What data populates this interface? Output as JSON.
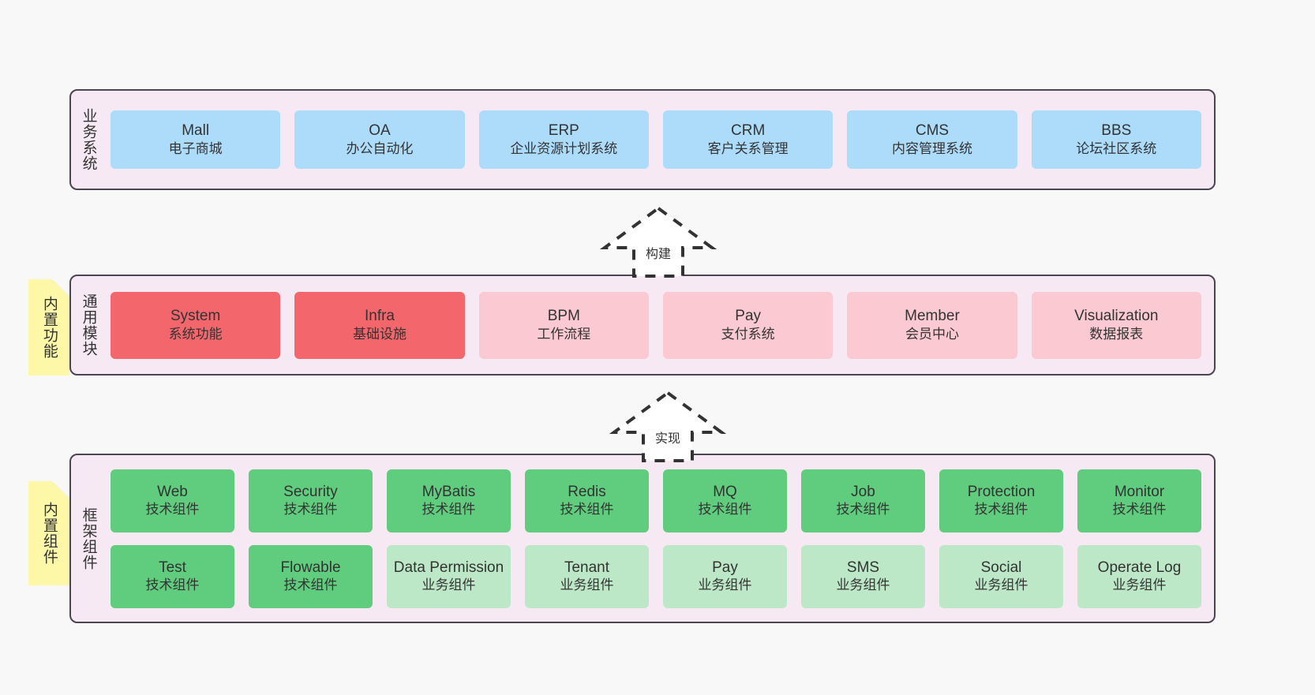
{
  "diagram": {
    "background": "#f8f8f8",
    "panel_fill": "#f7e9f3",
    "panel_border": "#4a4453",
    "note_fill": "#fcf8a8",
    "colors": {
      "business": "#addcfb",
      "module_core": "#f2666c",
      "module_other": "#fbc9d1",
      "tech_component": "#5fcc7e",
      "biz_component": "#bce8c7"
    }
  },
  "layers": {
    "business": {
      "title": "业务系统",
      "cards": [
        {
          "name": "Mall",
          "desc": "电子商城"
        },
        {
          "name": "OA",
          "desc": "办公自动化"
        },
        {
          "name": "ERP",
          "desc": "企业资源计划系统"
        },
        {
          "name": "CRM",
          "desc": "客户关系管理"
        },
        {
          "name": "CMS",
          "desc": "内容管理系统"
        },
        {
          "name": "BBS",
          "desc": "论坛社区系统"
        }
      ]
    },
    "modules": {
      "title": "通用模块",
      "note": "内置功能",
      "cards": [
        {
          "name": "System",
          "desc": "系统功能",
          "style": "redd"
        },
        {
          "name": "Infra",
          "desc": "基础设施",
          "style": "redd"
        },
        {
          "name": "BPM",
          "desc": "工作流程",
          "style": "pinkl"
        },
        {
          "name": "Pay",
          "desc": "支付系统",
          "style": "pinkl"
        },
        {
          "name": "Member",
          "desc": "会员中心",
          "style": "pinkl"
        },
        {
          "name": "Visualization",
          "desc": "数据报表",
          "style": "pinkl"
        }
      ]
    },
    "framework": {
      "title": "框架组件",
      "note": "内置组件",
      "row1": [
        {
          "name": "Web",
          "desc": "技术组件"
        },
        {
          "name": "Security",
          "desc": "技术组件"
        },
        {
          "name": "MyBatis",
          "desc": "技术组件"
        },
        {
          "name": "Redis",
          "desc": "技术组件"
        },
        {
          "name": "MQ",
          "desc": "技术组件"
        },
        {
          "name": "Job",
          "desc": "技术组件"
        },
        {
          "name": "Protection",
          "desc": "技术组件"
        },
        {
          "name": "Monitor",
          "desc": "技术组件"
        }
      ],
      "row2": [
        {
          "name": "Test",
          "desc": "技术组件",
          "style": "green"
        },
        {
          "name": "Flowable",
          "desc": "技术组件",
          "style": "green"
        },
        {
          "name": "Data Permission",
          "desc": "业务组件",
          "style": "greenl"
        },
        {
          "name": "Tenant",
          "desc": "业务组件",
          "style": "greenl"
        },
        {
          "name": "Pay",
          "desc": "业务组件",
          "style": "greenl"
        },
        {
          "name": "SMS",
          "desc": "业务组件",
          "style": "greenl"
        },
        {
          "name": "Social",
          "desc": "业务组件",
          "style": "greenl"
        },
        {
          "name": "Operate Log",
          "desc": "业务组件",
          "style": "greenl"
        }
      ]
    }
  },
  "arrows": [
    {
      "id": "build",
      "label": "构建"
    },
    {
      "id": "implement",
      "label": "实现"
    }
  ]
}
